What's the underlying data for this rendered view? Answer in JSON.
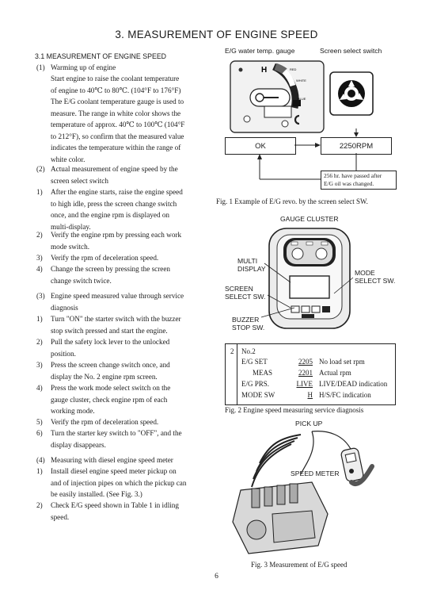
{
  "title": "3.  MEASUREMENT OF ENGINE SPEED",
  "section": "3.1  MEASUREMENT OF ENGINE SPEED",
  "items": [
    {
      "num": "(1)",
      "lines": [
        "Warming up of engine"
      ]
    },
    {
      "num": "",
      "lines": [
        "Start engine to raise the coolant temperature",
        "of engine to 40℃  to 80℃. (104°F to 176°F)",
        "The E/G coolant temperature gauge is used to",
        "measure. The range in white color shows the",
        "temperature of approx. 40℃ to 100℃ (104°F",
        "to 212°F), so confirm that the measured value",
        "indicates the temperature within the range of",
        "white color."
      ]
    },
    {
      "num": "(2)",
      "lines": [
        "Actual measurement of engine speed by the",
        "screen select switch"
      ]
    },
    {
      "num": "1)",
      "lines": [
        "After the engine starts, raise the engine speed",
        "to high idle, press the screen change switch",
        "once, and the engine rpm is displayed on",
        "multi-display."
      ]
    },
    {
      "num": "2)",
      "lines": [
        "Verify the engine rpm by pressing each work",
        "mode switch."
      ]
    },
    {
      "num": "3)",
      "lines": [
        "Verify the rpm of deceleration speed."
      ]
    },
    {
      "num": "4)",
      "lines": [
        "Change the screen by pressing the screen",
        "change switch twice."
      ]
    },
    {
      "num": "(3)",
      "lines": [
        "Engine speed measured value through service",
        "diagnosis"
      ]
    },
    {
      "num": "1)",
      "lines": [
        "Turn \"ON\" the starter switch with the buzzer",
        "stop switch pressed and start the engine."
      ]
    },
    {
      "num": "2)",
      "lines": [
        "Pull the safety lock lever to the unlocked",
        "position."
      ]
    },
    {
      "num": "3)",
      "lines": [
        "Press the screen change switch once, and",
        "display the No. 2 engine rpm screen."
      ]
    },
    {
      "num": "4)",
      "lines": [
        "Press the work mode select switch on the",
        "gauge cluster, check engine rpm of each",
        "working mode."
      ]
    },
    {
      "num": "5)",
      "lines": [
        "Verify the rpm of deceleration speed."
      ]
    },
    {
      "num": "6)",
      "lines": [
        "Turn the starter key switch to \"OFF\", and the",
        "display disappears."
      ]
    },
    {
      "num": "(4)",
      "lines": [
        "Measuring with diesel engine speed meter"
      ]
    },
    {
      "num": "1)",
      "lines": [
        "Install diesel engine speed meter pickup on",
        "and of injection pipes on which the pickup can",
        "be easily installed. (See Fig. 3.)"
      ]
    },
    {
      "num": "2)",
      "lines": [
        "Check E/G speed shown in Table 1 in idling",
        "speed."
      ]
    }
  ],
  "fig1": {
    "label_gauge": "E/G water temp. gauge",
    "label_switch": "Screen select switch",
    "gauge_marks": {
      "h": "H",
      "red": "RED",
      "white": "WHITE",
      "blue": "BLUE"
    },
    "ok": "OK",
    "rpm": "2250RPM",
    "note": [
      "256 hr. have passed after",
      "E/G oil was changed."
    ],
    "caption": "Fig. 1   Example of E/G revo. by the screen select SW."
  },
  "fig2": {
    "heading": "GAUGE CLUSTER",
    "multi_display": [
      "MULTI",
      "DISPLAY"
    ],
    "mode_select": [
      "MODE",
      "SELECT SW."
    ],
    "screen_select": [
      "SCREEN",
      "SELECT SW."
    ],
    "buzzer_stop": [
      "BUZZER",
      "STOP SW."
    ],
    "table": {
      "no": "2",
      "no_label": "No.2",
      "rows": [
        {
          "label": "E/G SET",
          "value": "2205",
          "desc": "No load set rpm"
        },
        {
          "label": "MEAS",
          "value": "2201",
          "desc": "Actual rpm"
        },
        {
          "label": "E/G PRS.",
          "value": "LIVE",
          "desc": "LIVE/DEAD indication"
        },
        {
          "label": "MODE SW",
          "value": "H",
          "desc": "H/S/FC indication"
        }
      ]
    },
    "caption": "Fig. 2   Engine speed measuring service diagnosis"
  },
  "fig3": {
    "pickup": "PICK UP",
    "speed_meter": "SPEED METER",
    "caption": "Fig. 3   Measurement of E/G speed"
  },
  "page_number": "6"
}
